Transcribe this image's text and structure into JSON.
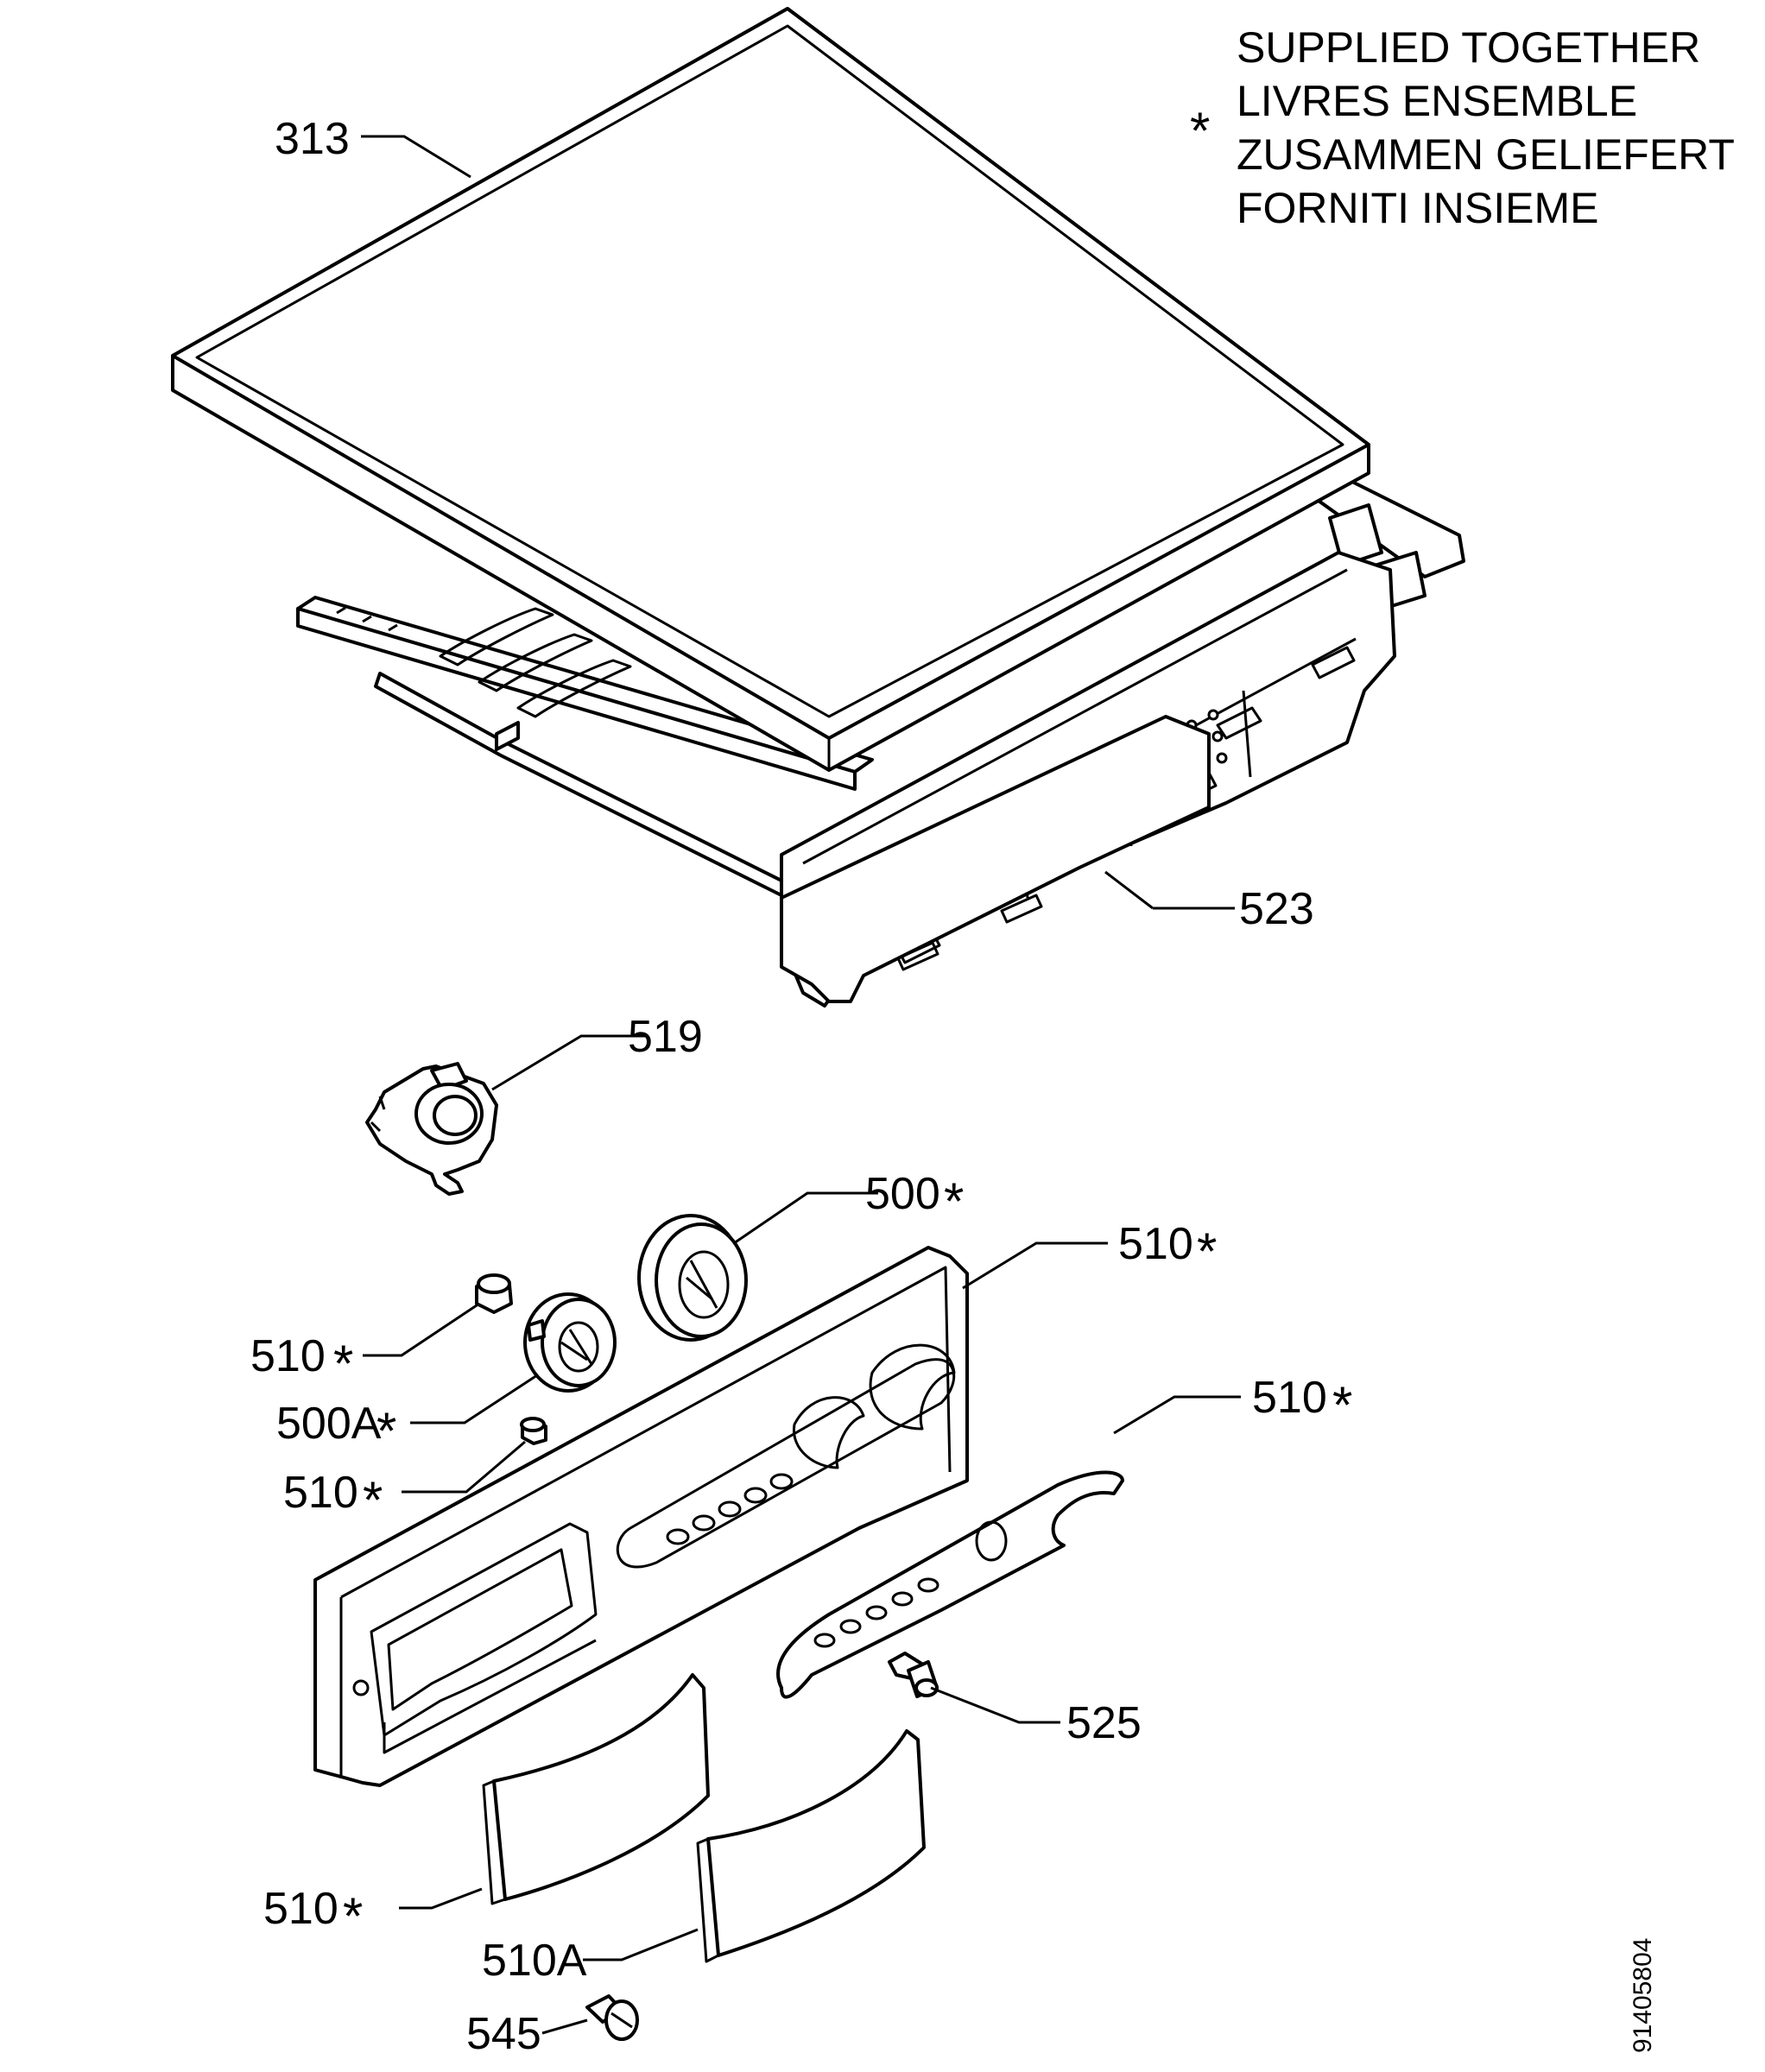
{
  "legend": {
    "symbol": "*",
    "lines": [
      "SUPPLIED TOGETHER",
      "LIVRES ENSEMBLE",
      "ZUSAMMEN GELIEFERT",
      "FORNITI INSIEME"
    ]
  },
  "labels": {
    "p313": "313",
    "p523": "523",
    "p519": "519",
    "p500": "500",
    "p510_knobcap": "510",
    "p500a": "500A",
    "p510_indicator": "510",
    "p510_panel": "510",
    "p510_plate": "510",
    "p525": "525",
    "p510_cover": "510",
    "p510a": "510A",
    "p545": "545"
  },
  "document_id": "91405804"
}
